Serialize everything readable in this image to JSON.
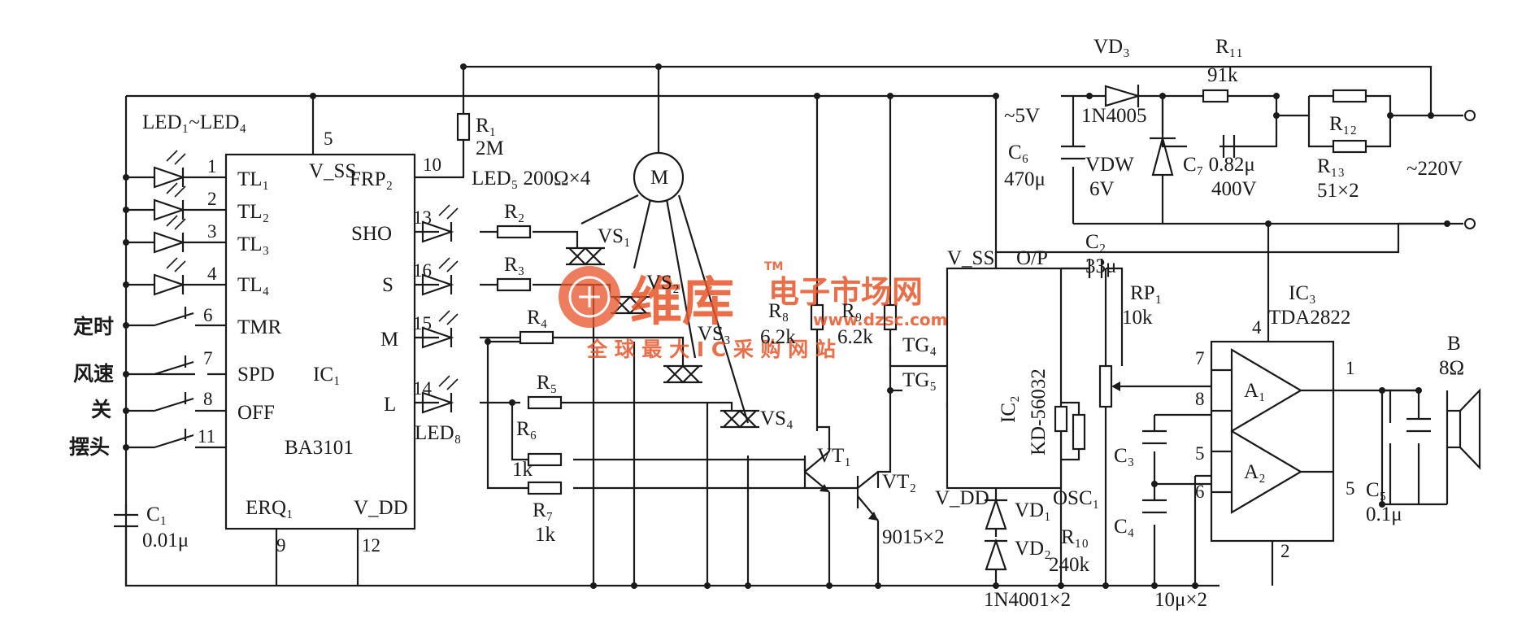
{
  "labels": {
    "led14": "LED₁~LED₄",
    "led5": "LED₅ 200Ω×4",
    "led8": "LED₈",
    "r1": "R₁",
    "r1v": "2M",
    "r2": "R₂",
    "r3": "R₃",
    "r4": "R₄",
    "r5": "R₅",
    "r6": "R₆",
    "r6v": "1k",
    "r7": "R₇",
    "r7v": "1k",
    "r8": "R₈",
    "r8v": "6.2k",
    "r9": "R₉",
    "r9v": "6.2k",
    "r10": "R₁₀",
    "r10v": "240k",
    "r11": "R₁₁",
    "r11v": "91k",
    "r12": "R₁₂",
    "r13": "R₁₃",
    "r13v": "51×2",
    "vd3": "VD₃",
    "vd3v": "1N4005",
    "v5": "~5V",
    "c6": "C₆",
    "c6v": "470μ",
    "vdw": "VDW",
    "vdwv": "6V",
    "c7": "C₇ 0.82μ",
    "c7v": "400V",
    "ac": "~220V",
    "c1": "C₁",
    "c1v": "0.01μ",
    "c2": "C₂",
    "c2v": "33μ",
    "c3": "C₃",
    "c4": "C₄",
    "c5": "C₅",
    "c5v": "0.1μ",
    "c34v": "10μ×2",
    "rp1": "RP₁",
    "rp1v": "10k",
    "ic1": "IC₁",
    "ic1p": "BA3101",
    "ic2": "IC₂",
    "ic2p": "KD-56032",
    "ic3": "IC₃",
    "ic3p": "TDA2822",
    "a1": "A₁",
    "a2": "A₂",
    "spk": "B",
    "spkv": "8Ω",
    "motor": "M",
    "vs1": "VS₁",
    "vs2": "VS₂",
    "vs3": "VS₃",
    "vs4": "VS₄",
    "vt1": "VT₁",
    "vt2": "VT₂",
    "vtv": "9015×2",
    "vd1": "VD₁",
    "vd2": "VD₂",
    "vd12v": "1N4001×2",
    "vss1": "V_SS",
    "vdd1": "V_DD",
    "vss2": "V_SS",
    "vdd2": "V_DD",
    "op": "O/P",
    "tg4": "TG₄",
    "tg5": "TG₅",
    "osc": "OSC₁",
    "frp2": "FRP₂",
    "erq1": "ERQ₁",
    "tl1": "TL₁",
    "tl2": "TL₂",
    "tl3": "TL₃",
    "tl4": "TL₄",
    "tmr": "TMR",
    "spd": "SPD",
    "off": "OFF",
    "sho": "SHO",
    "s": "S",
    "m": "M",
    "l": "L"
  },
  "pins": {
    "p1": "1",
    "p2": "2",
    "p3": "3",
    "p4": "4",
    "p5": "5",
    "p6": "6",
    "p7": "7",
    "p8": "8",
    "p9": "9",
    "p10": "10",
    "p11": "11",
    "p12": "12",
    "p13": "13",
    "p14": "14",
    "p15": "15",
    "p16": "16",
    "ic3p4": "4",
    "ic3p7": "7",
    "ic3p8": "8",
    "ic3p5": "5",
    "ic3p6": "6",
    "ic3p1": "1",
    "ic3p5b": "5",
    "ic3p2": "2"
  },
  "switches": {
    "timer": "定时",
    "speed": "风速",
    "off": "关",
    "swing": "摆头"
  },
  "watermark": {
    "brand": "维库",
    "tm": "TM",
    "title": "电子市场网",
    "url": "www.dzsc.com",
    "slogan": "全 球 最 大 I C 采 购 网 站"
  },
  "colors": {
    "line": "#1a1a1a",
    "watermark": "#e8552a"
  }
}
